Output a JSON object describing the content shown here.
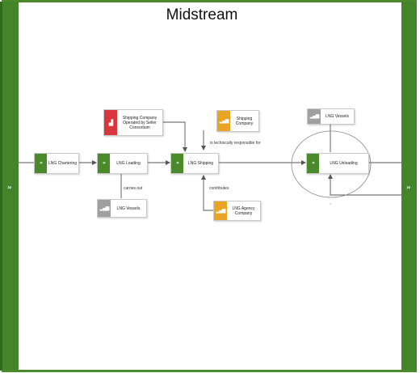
{
  "diagram": {
    "title": "Midstream",
    "process_steps": [
      {
        "label": "LNG Chartering"
      },
      {
        "label": "LNG Loading"
      },
      {
        "label": "LNG Shipping"
      },
      {
        "label": "LNG Unloading"
      }
    ],
    "resources": {
      "seller_consortium": "Shipping Company Operated by Seller Consortium",
      "shipping_company": "Shipping Company",
      "vessels_top": "LNG Vessels",
      "vessels_bottom": "LNG Vessels",
      "agency_company": "LNG Agency Company"
    },
    "connection_labels": {
      "carries_out": "carries out",
      "responsible": "is technically responsible for",
      "contributes": "contributes"
    },
    "colors": {
      "process": "#4a8a2a",
      "org_unit": "#e8a422",
      "external_org": "#d9363e",
      "asset": "#a0a0a0"
    },
    "icons": {
      "process": "double-chevron-icon",
      "org": "bar-chart-icon",
      "external": "factory-icon",
      "asset": "bar-chart-icon"
    }
  }
}
